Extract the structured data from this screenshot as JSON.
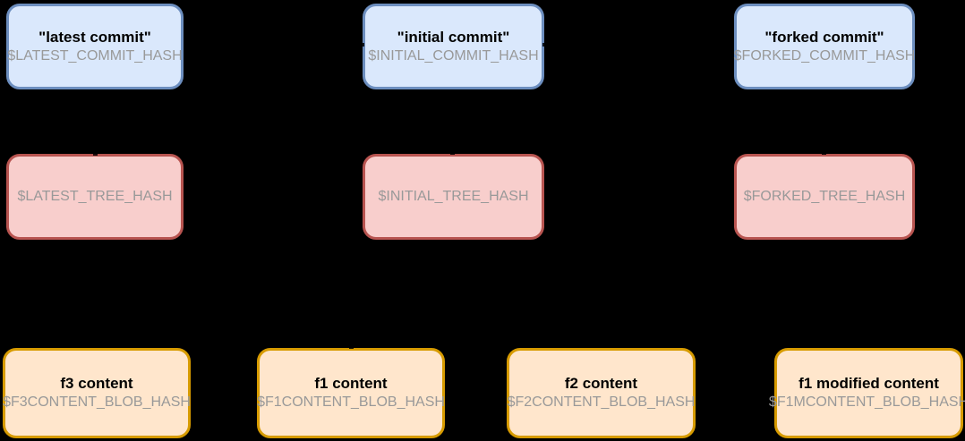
{
  "diagram": {
    "description_colors": {
      "background": "#000000",
      "commit_fill": "#dae8fc",
      "commit_border": "#6c8ebf",
      "tree_fill": "#f8cecc",
      "tree_border": "#b85450",
      "blob_fill": "#ffe6cc",
      "blob_border": "#d79b00",
      "title_text": "#000000",
      "hash_text": "#999999"
    },
    "commits": [
      {
        "title": "\"latest commit\"",
        "hash": "$LATEST_COMMIT_HASH"
      },
      {
        "title": "\"initial commit\"",
        "hash": "$INITIAL_COMMIT_HASH"
      },
      {
        "title": "\"forked commit\"",
        "hash": "$FORKED_COMMIT_HASH"
      }
    ],
    "trees": [
      {
        "hash": "$LATEST_TREE_HASH"
      },
      {
        "hash": "$INITIAL_TREE_HASH"
      },
      {
        "hash": "$FORKED_TREE_HASH"
      }
    ],
    "blobs": [
      {
        "title": "f3 content",
        "hash": "$F3CONTENT_BLOB_HASH"
      },
      {
        "title": "f1 content",
        "hash": "$F1CONTENT_BLOB_HASH"
      },
      {
        "title": "f2 content",
        "hash": "$F2CONTENT_BLOB_HASH"
      },
      {
        "title": "f1 modified content",
        "hash": "$F1MCONTENT_BLOB_HASH"
      }
    ]
  }
}
